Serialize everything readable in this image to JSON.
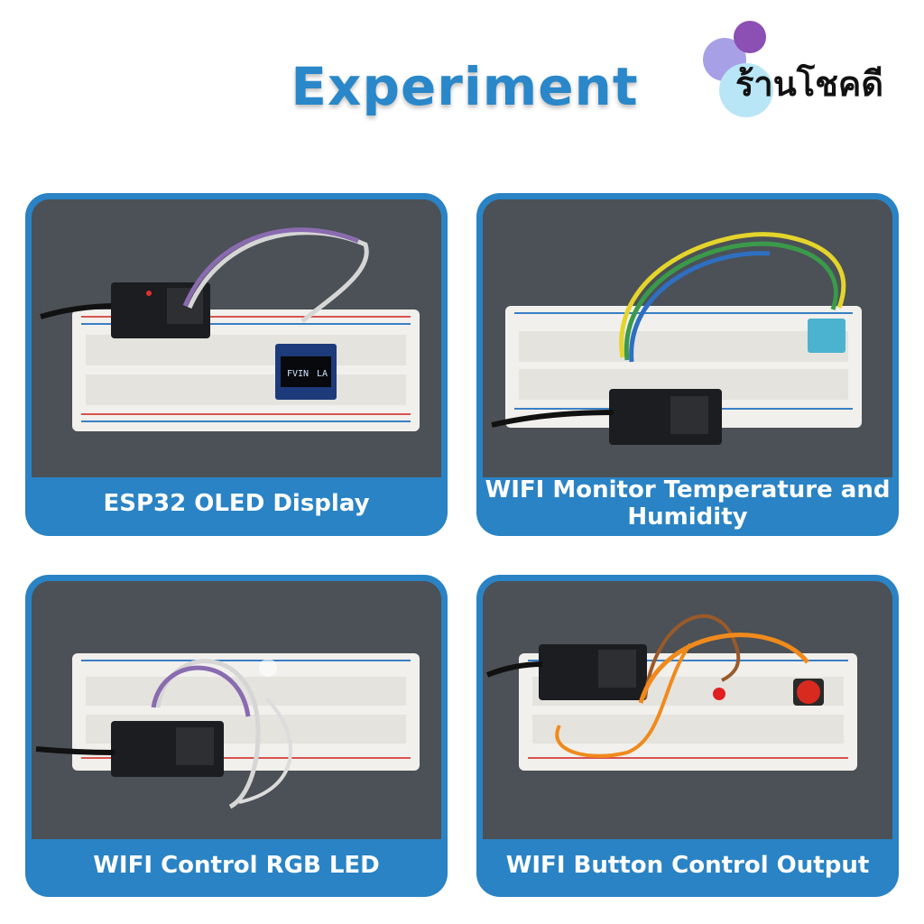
{
  "header": {
    "title": "Experiment",
    "brand": "ร้านโชคดี"
  },
  "cards": [
    {
      "caption": "ESP32 OLED Display",
      "oled_text_left": "FVIN",
      "oled_text_right": "LA"
    },
    {
      "caption": "WIFI Monitor Temperature and Humidity"
    },
    {
      "caption": "WIFI Control RGB LED"
    },
    {
      "caption": "WIFI Button Control Output"
    }
  ],
  "colors": {
    "accent": "#2a83c4",
    "title": "#2a87c9",
    "photo_background": "#4b5156"
  }
}
